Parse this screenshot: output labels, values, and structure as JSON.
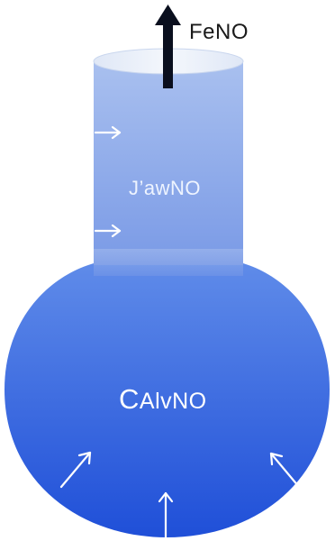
{
  "diagram": {
    "labels": {
      "exhaled_no": "FeNO",
      "airway_flux": "J’awNO",
      "alveolar_conc_initial": "C",
      "alveolar_conc_rest": "AlvNO"
    },
    "colors": {
      "airway_light": "#a9c0ef",
      "airway_dark": "#7a9ae6",
      "alveolus_light": "#5f8be9",
      "alveolus_dark": "#1f4fd8",
      "rim": "#e9eef8",
      "output_arrow": "#0a0f1e",
      "flux_arrows": "#ffffff"
    },
    "icons": {
      "output": "arrow-up-icon",
      "airway_inflow": "arrow-right-icon",
      "alveolar_inflow": "arrow-diagonal-icon"
    }
  }
}
